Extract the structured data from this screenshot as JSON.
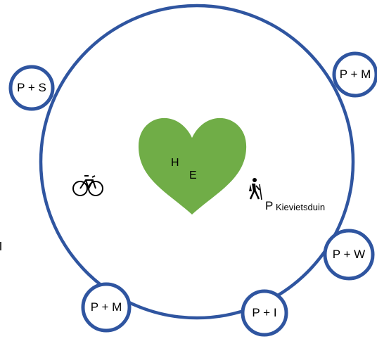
{
  "colors": {
    "ring": "#2f55a0",
    "heart": "#70ad47",
    "icon": "#000000"
  },
  "center": {
    "letter_h": "H",
    "letter_e": "E"
  },
  "icons": {
    "bicycle": "bicycle-icon",
    "hiker": "hiker-icon",
    "heart": "heart-shape"
  },
  "parking": {
    "letter": "P",
    "name": "Kievietsduin"
  },
  "hubs": [
    {
      "id": "ps",
      "label": "P + S"
    },
    {
      "id": "pm-top",
      "label": "P + M"
    },
    {
      "id": "pw",
      "label": "P + W"
    },
    {
      "id": "pi",
      "label": "P + I"
    },
    {
      "id": "pm-bottom",
      "label": "P + M"
    }
  ]
}
